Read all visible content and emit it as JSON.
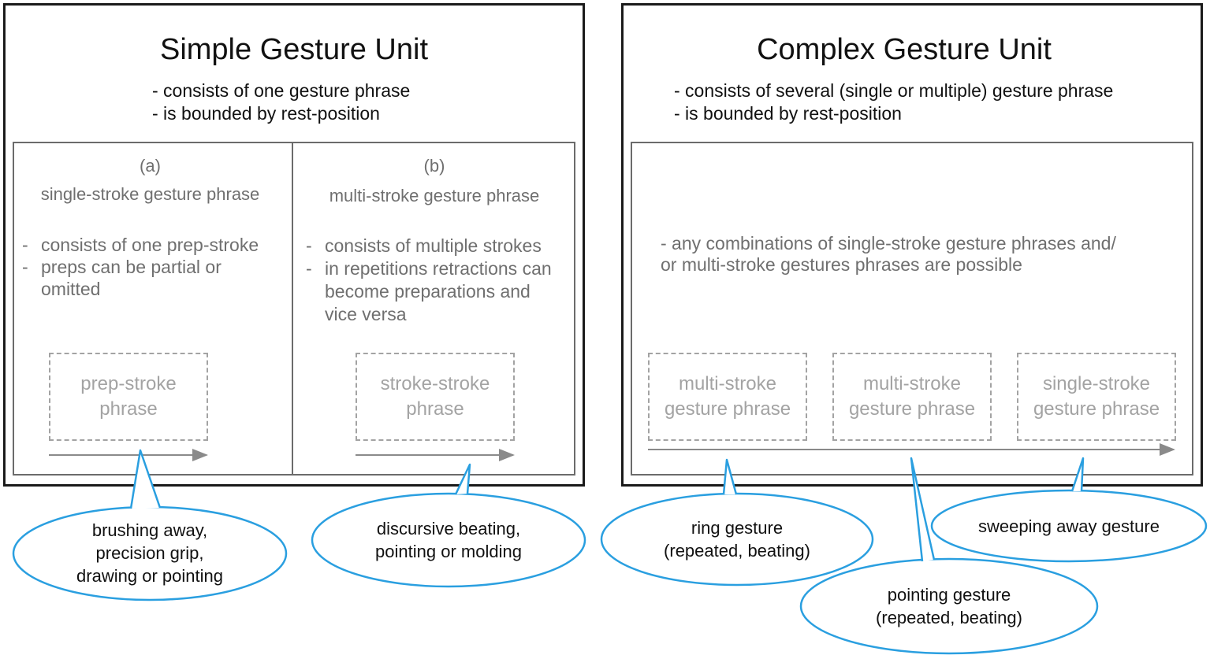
{
  "simple_unit": {
    "title": "Simple Gesture Unit",
    "bullets": [
      "-  consists of one gesture phrase",
      "-  is bounded by rest-position"
    ],
    "panel_a": {
      "tag": "(a)",
      "heading": "single-stroke gesture phrase",
      "bullets": [
        "consists of one prep-stroke",
        "preps can be partial or omitted"
      ],
      "box": "prep-stroke\nphrase"
    },
    "panel_b": {
      "tag": "(b)",
      "heading": "multi-stroke gesture phrase",
      "bullets": [
        "consists of multiple strokes",
        "in repetitions retractions can become preparations and vice versa"
      ],
      "box": "stroke-stroke\nphrase"
    }
  },
  "complex_unit": {
    "title": "Complex Gesture Unit",
    "bullets": [
      "-  consists of several (single or multiple) gesture phrase",
      "-  is bounded by rest-position"
    ],
    "note": "- any combinations of single-stroke gesture phrases and/\nor multi-stroke gestures phrases are possible",
    "boxes": [
      "multi-stroke\ngesture phrase",
      "multi-stroke\ngesture phrase",
      "single-stroke\ngesture phrase"
    ]
  },
  "callouts": {
    "a": "brushing away,\nprecision grip,\ndrawing or pointing",
    "b": "discursive beating,\npointing or molding",
    "ring": "ring gesture\n(repeated, beating)",
    "sweep": "sweeping away gesture",
    "pointing": "pointing gesture\n(repeated, beating)"
  },
  "colors": {
    "callout_stroke": "#2a9fe0",
    "dashed_box": "#a3a3a3",
    "frame": "#1a1a1a"
  }
}
